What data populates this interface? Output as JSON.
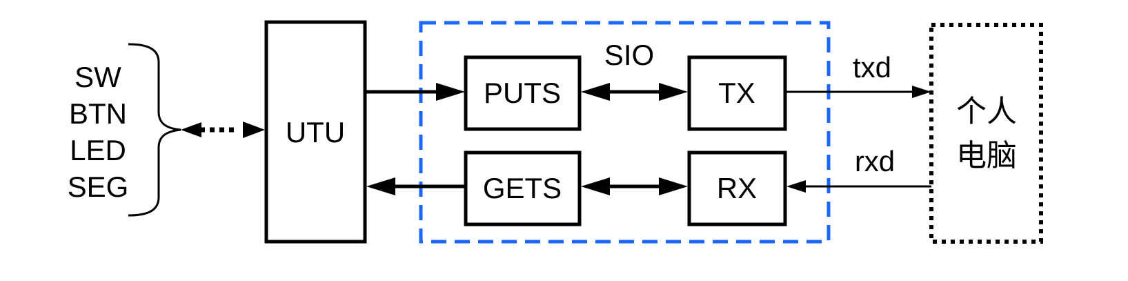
{
  "io_list": {
    "items": [
      "SW",
      "BTN",
      "LED",
      "SEG"
    ]
  },
  "blocks": {
    "utu": "UTU",
    "puts": "PUTS",
    "gets": "GETS",
    "tx": "TX",
    "rx": "RX"
  },
  "sio_group": {
    "label": "SIO",
    "border_color": "#1a66ff"
  },
  "signals": {
    "txd": "txd",
    "rxd": "rxd"
  },
  "pc": {
    "line1": "个人",
    "line2": "电脑"
  }
}
